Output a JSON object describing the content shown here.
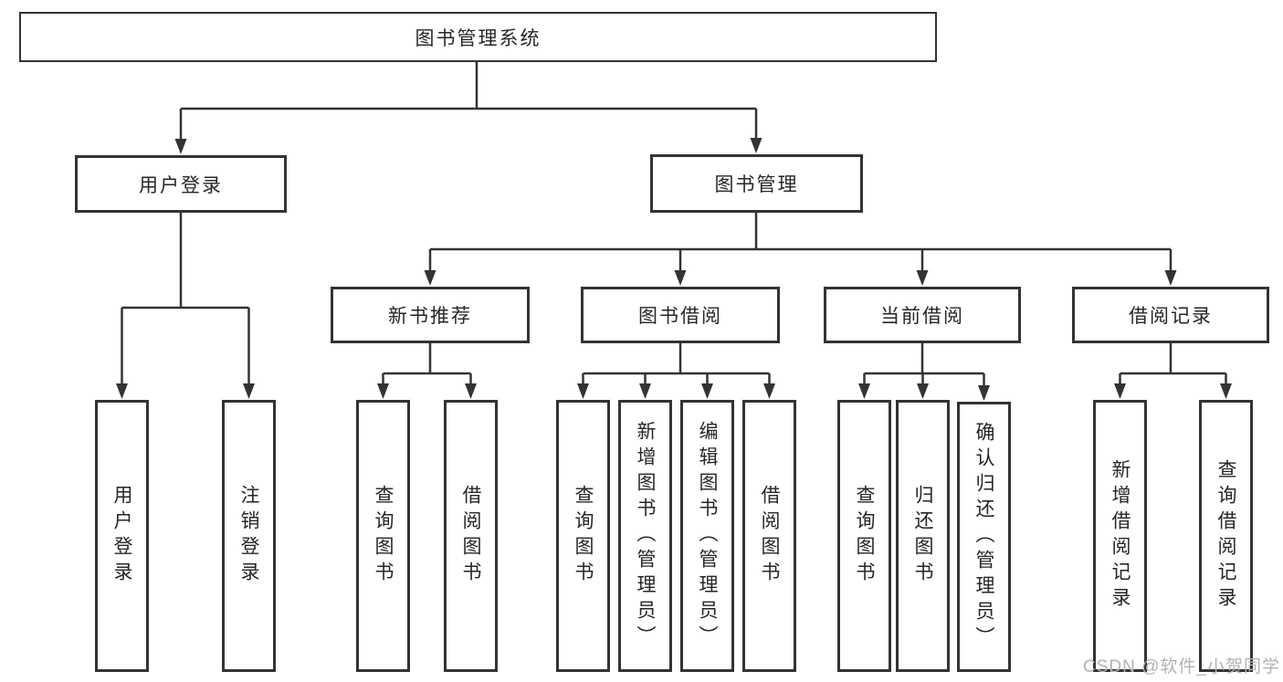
{
  "colors": {
    "background": "#ffffff",
    "line": "#333333",
    "box_border": "#333333",
    "text": "#262626",
    "watermark": "#b3b3b3"
  },
  "watermark": "CSDN @软件_小贺同学",
  "tree": {
    "root": "图书管理系统",
    "branches": [
      {
        "label": "用户登录",
        "leaves": [
          "用户登录",
          "注销登录"
        ]
      },
      {
        "label": "图书管理",
        "children": [
          {
            "label": "新书推荐",
            "leaves": [
              "查询图书",
              "借阅图书"
            ]
          },
          {
            "label": "图书借阅",
            "leaves": [
              "查询图书",
              "新增图书（管理员）",
              "编辑图书（管理员）",
              "借阅图书"
            ]
          },
          {
            "label": "当前借阅",
            "leaves": [
              "查询图书",
              "归还图书",
              "确认归还（管理员）"
            ]
          },
          {
            "label": "借阅记录",
            "leaves": [
              "新增借阅记录",
              "查询借阅记录"
            ]
          }
        ]
      }
    ]
  }
}
